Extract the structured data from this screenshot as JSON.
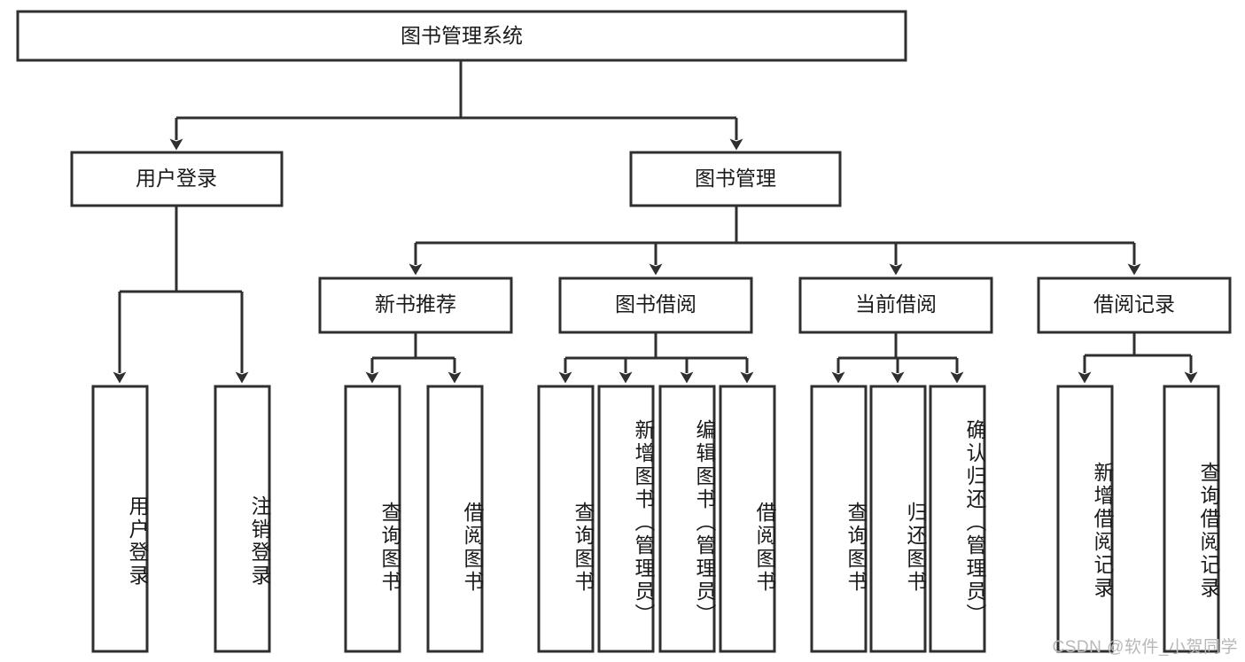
{
  "diagram": {
    "title": "图书管理系统",
    "type": "tree-hierarchy-diagram",
    "colors": {
      "stroke": "#2f2f2f",
      "fill": "#ffffff",
      "text": "#1a1a1a",
      "watermark": "#b8b8b8"
    },
    "root": {
      "label": "图书管理系统",
      "orientation": "horizontal"
    },
    "level2": [
      {
        "label": "用户登录",
        "orientation": "horizontal"
      },
      {
        "label": "图书管理",
        "orientation": "horizontal"
      }
    ],
    "level3": [
      {
        "label": "新书推荐",
        "orientation": "horizontal"
      },
      {
        "label": "图书借阅",
        "orientation": "horizontal"
      },
      {
        "label": "当前借阅",
        "orientation": "horizontal"
      },
      {
        "label": "借阅记录",
        "orientation": "horizontal"
      }
    ],
    "leaves": {
      "user_login": [
        {
          "label": "用户登录",
          "orientation": "vertical"
        },
        {
          "label": "注销登录",
          "orientation": "vertical"
        }
      ],
      "new_book_recommend": [
        {
          "label": "查询图书",
          "orientation": "vertical"
        },
        {
          "label": "借阅图书",
          "orientation": "vertical"
        }
      ],
      "book_borrow": [
        {
          "label": "查询图书",
          "orientation": "vertical"
        },
        {
          "label": "新增图书（管理员）",
          "orientation": "vertical"
        },
        {
          "label": "编辑图书（管理员）",
          "orientation": "vertical"
        },
        {
          "label": "借阅图书",
          "orientation": "vertical"
        }
      ],
      "current_borrow": [
        {
          "label": "查询图书",
          "orientation": "vertical"
        },
        {
          "label": "归还图书",
          "orientation": "vertical"
        },
        {
          "label": "确认归还（管理员）",
          "orientation": "vertical"
        }
      ],
      "borrow_record": [
        {
          "label": "新增借阅记录",
          "orientation": "vertical"
        },
        {
          "label": "查询借阅记录",
          "orientation": "vertical"
        }
      ]
    },
    "watermark": "CSDN @软件_小贺同学"
  }
}
